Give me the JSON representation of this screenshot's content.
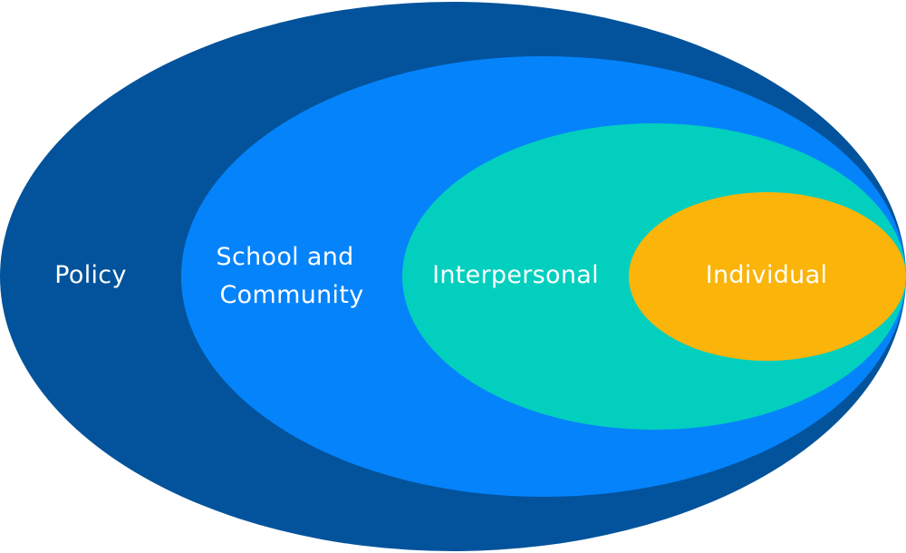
{
  "diagram": {
    "layers": [
      {
        "label": "Policy",
        "color": "#02539b"
      },
      {
        "label_lines": [
          "School and",
          "Community"
        ],
        "color": "#0583fb"
      },
      {
        "label": "Interpersonal",
        "color": "#03cfbe"
      },
      {
        "label": "Individual",
        "color": "#fbb40a"
      }
    ],
    "background": "#ffffff"
  }
}
